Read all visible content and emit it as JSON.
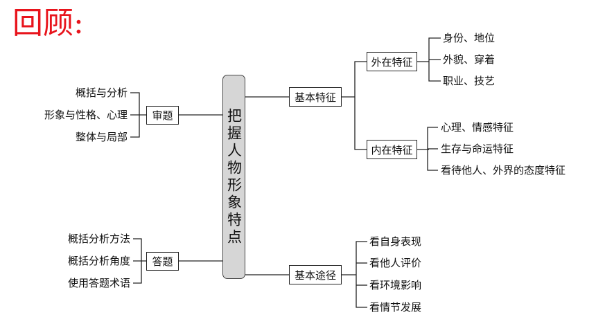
{
  "title": "回顾:",
  "center": "把握人物形象特点",
  "left": {
    "shenti": {
      "label": "审题",
      "items": [
        "概括与分析",
        "形象与性格、心理",
        "整体与局部"
      ]
    },
    "dati": {
      "label": "答题",
      "items": [
        "概括分析方法",
        "概括分析角度",
        "使用答题术语"
      ]
    }
  },
  "right": {
    "tezheng": {
      "label": "基本特征",
      "waizai": {
        "label": "外在特征",
        "items": [
          "身份、地位",
          "外貌、穿着",
          "职业、技艺"
        ]
      },
      "neizai": {
        "label": "内在特征",
        "items": [
          "心理、情感特征",
          "生存与命运特征",
          "看待他人、外界的态度特征"
        ]
      }
    },
    "tujing": {
      "label": "基本途径",
      "items": [
        "看自身表现",
        "看他人评价",
        "看环境影响",
        "看情节发展"
      ]
    }
  }
}
